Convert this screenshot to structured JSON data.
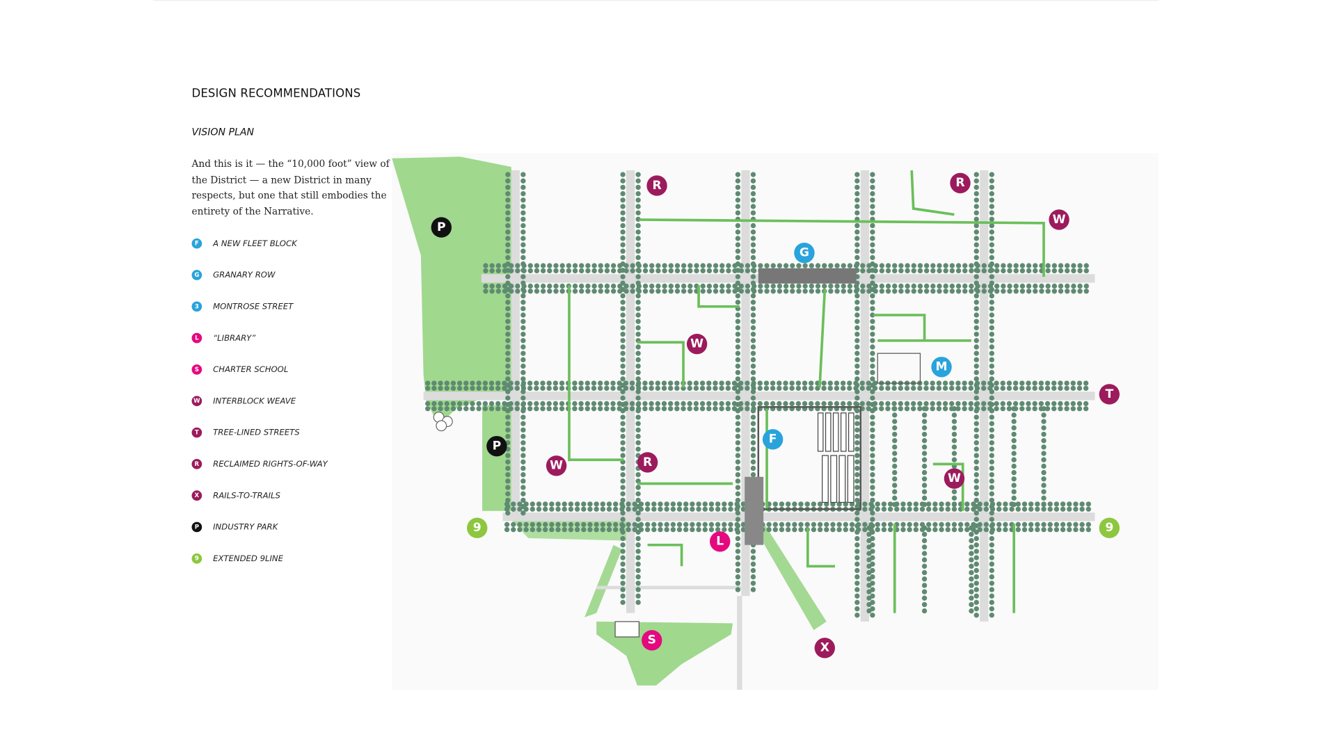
{
  "header": {
    "section_title": "DESIGN RECOMMENDATIONS",
    "subtitle": "VISION PLAN"
  },
  "intro": "And this is it — the “10,000 foot” view of the District — a new District in many respects, but one that still embodies the entirety of the Narrative.",
  "colors": {
    "blue": "#29a3dc",
    "magenta": "#e5097f",
    "plum": "#9c1b5c",
    "black": "#111111",
    "lime": "#8dc63f",
    "park": "#8fd17a"
  },
  "legend": [
    {
      "key": "F",
      "label": "A NEW FLEET BLOCK",
      "color": "blue"
    },
    {
      "key": "G",
      "label": "GRANARY ROW",
      "color": "blue"
    },
    {
      "key": "3",
      "label": "MONTROSE STREET",
      "color": "blue"
    },
    {
      "key": "L",
      "label": "“LIBRARY”",
      "color": "magenta"
    },
    {
      "key": "S",
      "label": "CHARTER SCHOOL",
      "color": "magenta"
    },
    {
      "key": "W",
      "label": "INTERBLOCK WEAVE",
      "color": "plum"
    },
    {
      "key": "T",
      "label": "TREE-LINED STREETS",
      "color": "plum"
    },
    {
      "key": "R",
      "label": "RECLAIMED RIGHTS-OF-WAY",
      "color": "plum"
    },
    {
      "key": "X",
      "label": "RAILS-TO-TRAILS",
      "color": "plum"
    },
    {
      "key": "P",
      "label": "INDUSTRY PARK",
      "color": "black"
    },
    {
      "key": "9",
      "label": "EXTENDED 9LINE",
      "color": "lime"
    }
  ],
  "map_markers": [
    {
      "key": "P",
      "color": "black"
    },
    {
      "key": "P",
      "color": "black"
    },
    {
      "key": "R",
      "color": "plum"
    },
    {
      "key": "R",
      "color": "plum"
    },
    {
      "key": "R",
      "color": "plum"
    },
    {
      "key": "W",
      "color": "plum"
    },
    {
      "key": "W",
      "color": "plum"
    },
    {
      "key": "W",
      "color": "plum"
    },
    {
      "key": "W",
      "color": "plum"
    },
    {
      "key": "G",
      "color": "blue"
    },
    {
      "key": "M",
      "color": "blue"
    },
    {
      "key": "F",
      "color": "blue"
    },
    {
      "key": "T",
      "color": "plum"
    },
    {
      "key": "9",
      "color": "lime"
    },
    {
      "key": "9",
      "color": "lime"
    },
    {
      "key": "L",
      "color": "magenta"
    },
    {
      "key": "S",
      "color": "magenta"
    },
    {
      "key": "X",
      "color": "plum"
    }
  ]
}
